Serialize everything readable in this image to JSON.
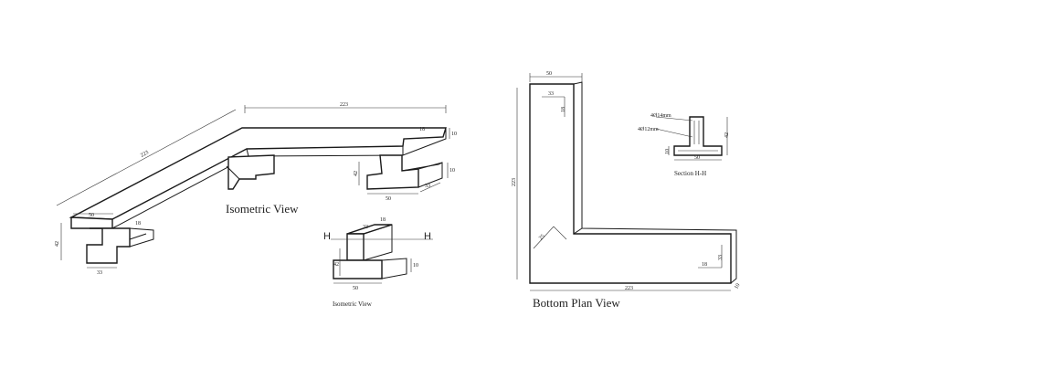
{
  "captions": {
    "isometric_view": "Isometric View",
    "isometric_view_small": "Isometric View",
    "bottom_plan_view": "Bottom Plan View",
    "section": "Section H-H"
  },
  "dimensions": {
    "iso_long": "223",
    "iso_top": "223",
    "iso_width_left": "50",
    "iso_height_left": "42",
    "iso_flange_left": "33",
    "iso_web_left": "18",
    "iso_height_right": "42",
    "iso_base_right": "50",
    "iso_flange_right": "33",
    "iso_web_right": "10",
    "iso_side_right": "10",
    "iso_end_right": "18",
    "small_web": "18",
    "small_top": "33",
    "small_height": "42",
    "small_base": "50",
    "small_side": "10",
    "plan_top": "50",
    "plan_inner": "33",
    "plan_web": "18",
    "plan_height": "223",
    "plan_bottom": "223",
    "plan_diag": "25",
    "plan_right_web": "18",
    "plan_right_side": "33",
    "plan_corner": "10",
    "sec_height": "42",
    "sec_base": "50",
    "sec_side": "10"
  },
  "section_marks": {
    "left": "H",
    "right": "H"
  },
  "rebar_notes": {
    "top": "4Ø14mm",
    "bottom": "4Ø12mm"
  }
}
